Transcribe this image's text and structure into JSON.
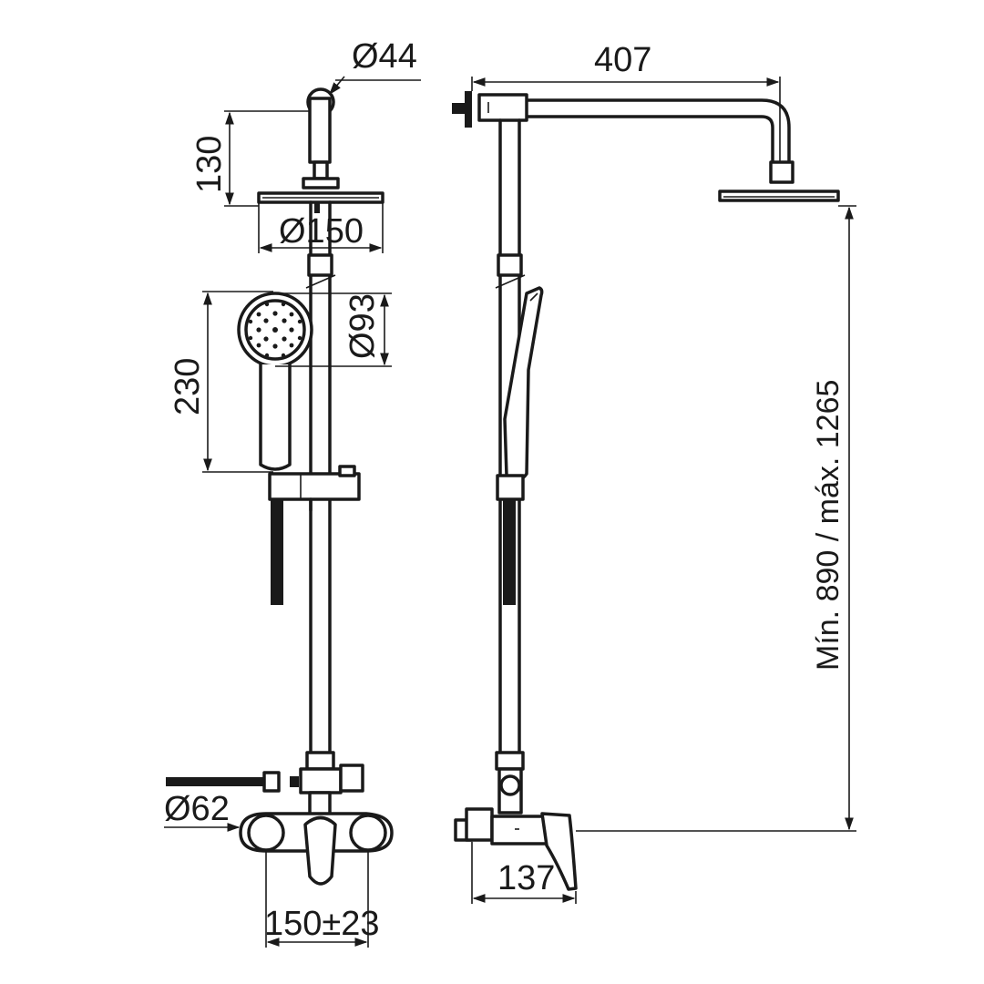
{
  "dimensions": {
    "arm_tube_diameter": "Ø44",
    "arm_height": "130",
    "head_diameter": "Ø150",
    "hand_shower_diameter": "Ø93",
    "hand_shower_length": "230",
    "wall_connection_diameter": "Ø62",
    "connection_spacing": "150±23",
    "arm_reach": "407",
    "height_range": "Mín. 890 / máx. 1265",
    "mixer_depth": "137"
  },
  "colors": {
    "line": "#1a1a1a",
    "background": "#ffffff"
  }
}
